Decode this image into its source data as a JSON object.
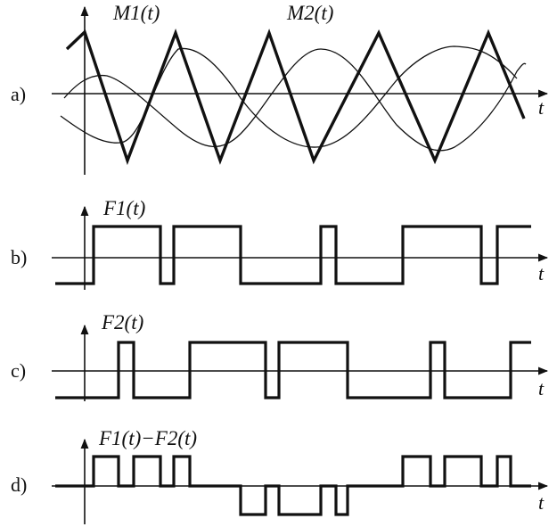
{
  "panels": [
    {
      "id": "a",
      "label": "a)",
      "t_label": "t",
      "functions": [
        "M1(t)",
        "M2(t)"
      ],
      "waveforms": [
        "triangle-carrier",
        "sine-modulating-1",
        "sine-modulating-2"
      ]
    },
    {
      "id": "b",
      "label": "b)",
      "t_label": "t",
      "function": "F1(t)",
      "waveform": "pwm-pulse"
    },
    {
      "id": "c",
      "label": "c)",
      "t_label": "t",
      "function": "F2(t)",
      "waveform": "pwm-pulse"
    },
    {
      "id": "d",
      "label": "d)",
      "t_label": "t",
      "function": "F1(t)−F2(t)",
      "waveform": "three-level-pulse"
    }
  ],
  "colors": {
    "stroke": "#111111",
    "background": "#ffffff"
  }
}
